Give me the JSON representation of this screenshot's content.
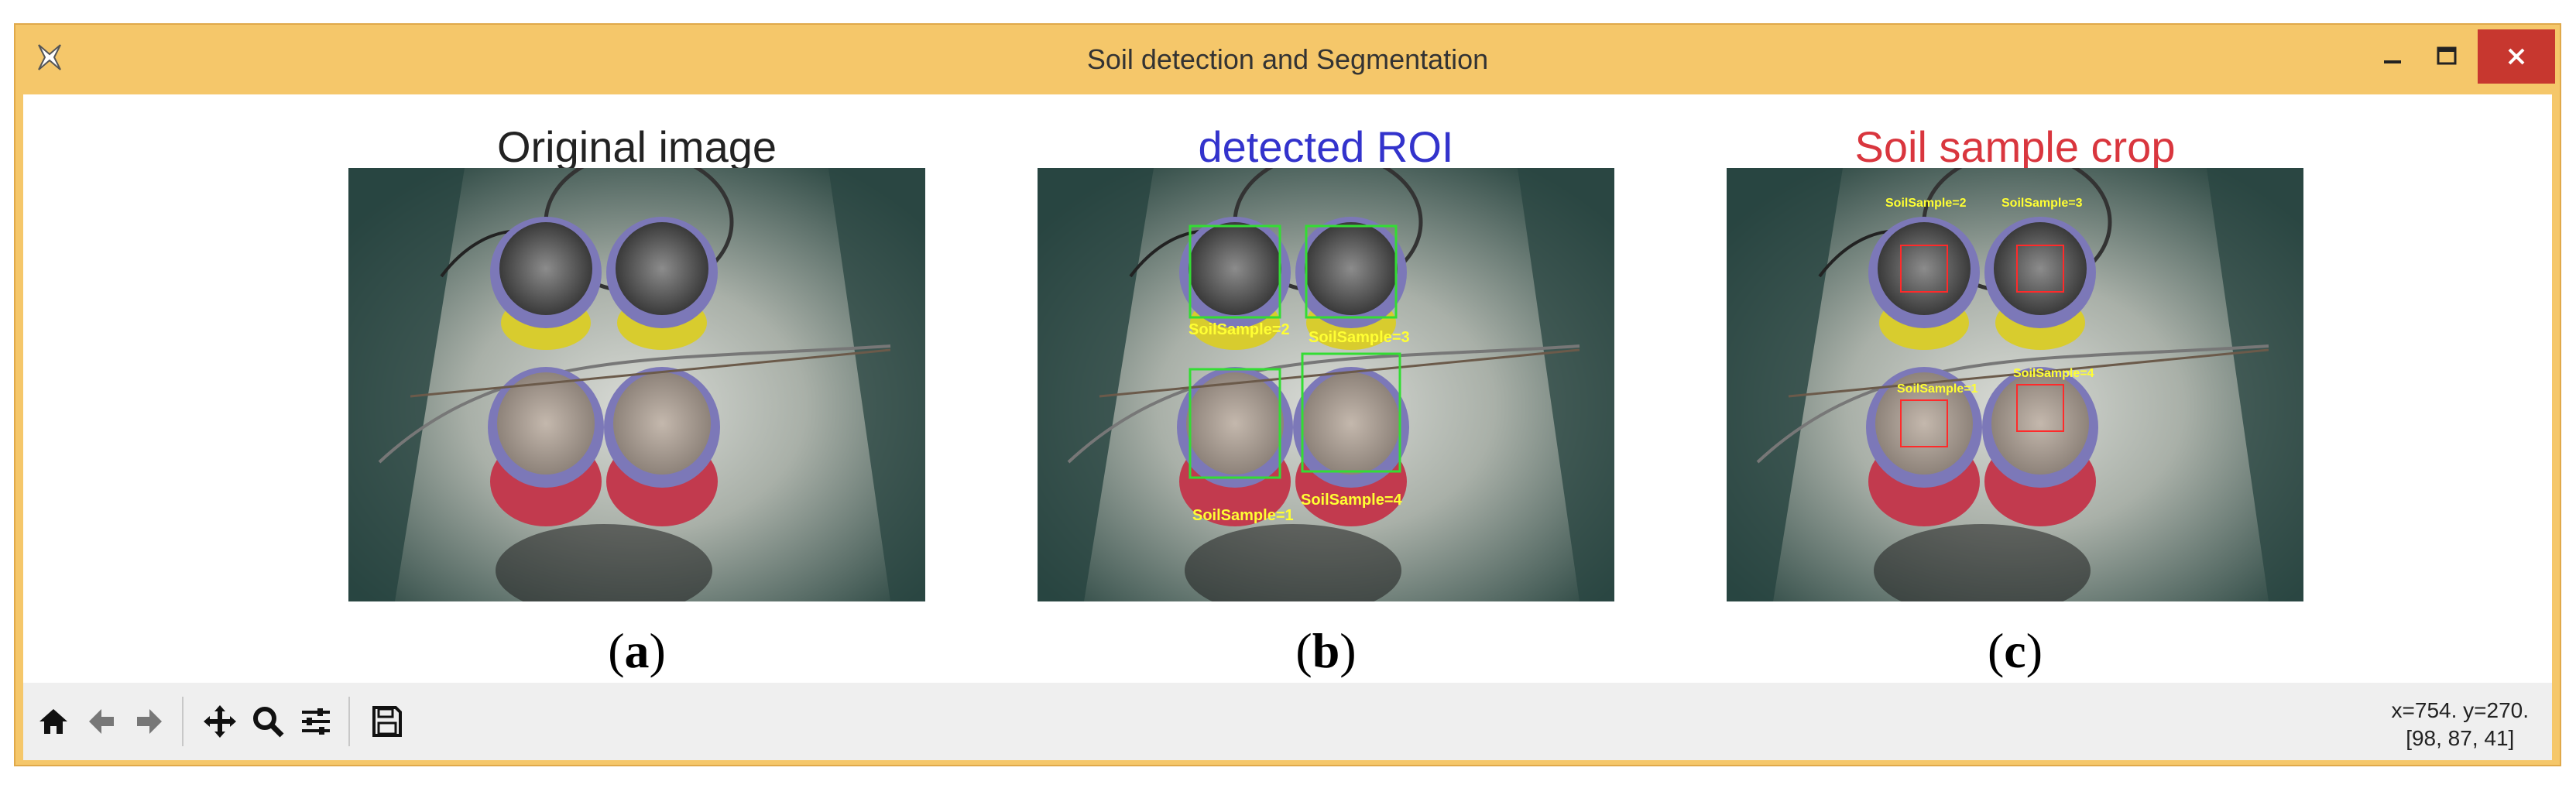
{
  "window": {
    "title": "Soil detection and Segmentation"
  },
  "panels": [
    {
      "title": "Original image",
      "title_color": "#222222",
      "caption": "a"
    },
    {
      "title": "detected ROI",
      "title_color": "#3333cc",
      "caption": "b"
    },
    {
      "title": "Soil sample crop",
      "title_color": "#d9363e",
      "caption": "c"
    }
  ],
  "roi_labels": [
    "SoilSample=2",
    "SoilSample=3",
    "SoilSample=1",
    "SoilSample=4"
  ],
  "crop_labels": [
    "SoilSample=2",
    "SoilSample=3",
    "SoilSample=1",
    "SoilSample=4"
  ],
  "toolbar": {
    "icons": [
      "home-icon",
      "back-arrow-icon",
      "forward-arrow-icon",
      "pan-icon",
      "zoom-icon",
      "configure-subplots-icon",
      "save-icon"
    ]
  },
  "status": {
    "coords": "x=754. y=270.",
    "pixel": "[98, 87, 41]"
  },
  "colors": {
    "title_bar": "#f5c76a",
    "close_button": "#c7372f",
    "roi_box": "#33dd33",
    "crop_box": "#ff2a2a",
    "label_text": "#ffff33"
  }
}
